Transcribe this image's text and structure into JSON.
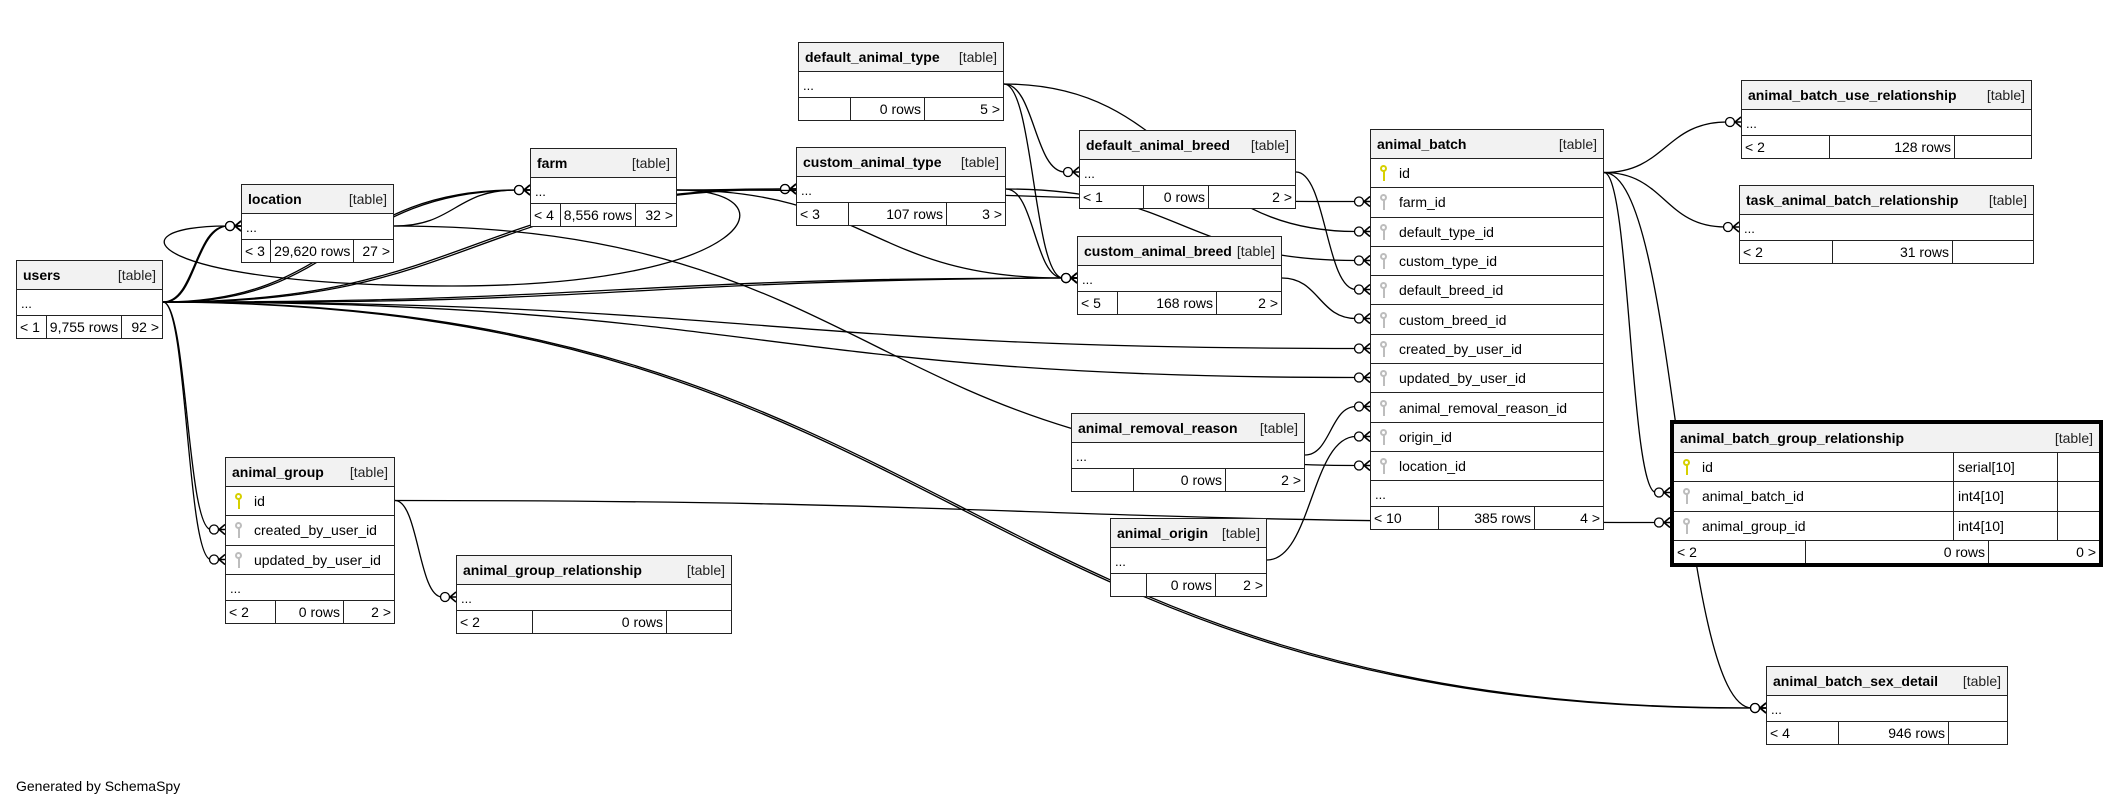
{
  "diagram": {
    "footer": "Generated by SchemaSpy",
    "colors": {
      "header_bg": "#f2f2f2",
      "primary_key": "#d6d000",
      "foreign_key": "#bdbdbd",
      "line": "#000000"
    },
    "tables": [
      {
        "id": "users",
        "name": "users",
        "type": "[table]",
        "columns": [],
        "ellipsis": "...",
        "parents": "< 1",
        "rows": "9,755 rows",
        "children": "92 >"
      },
      {
        "id": "location",
        "name": "location",
        "type": "[table]",
        "columns": [],
        "ellipsis": "...",
        "parents": "< 3",
        "rows": "29,620 rows",
        "children": "27 >"
      },
      {
        "id": "farm",
        "name": "farm",
        "type": "[table]",
        "columns": [],
        "ellipsis": "...",
        "parents": "< 4",
        "rows": "8,556 rows",
        "children": "32 >"
      },
      {
        "id": "default_animal_type",
        "name": "default_animal_type",
        "type": "[table]",
        "columns": [],
        "ellipsis": "...",
        "parents": "",
        "rows": "0 rows",
        "children": "5 >"
      },
      {
        "id": "custom_animal_type",
        "name": "custom_animal_type",
        "type": "[table]",
        "columns": [],
        "ellipsis": "...",
        "parents": "< 3",
        "rows": "107 rows",
        "children": "3 >"
      },
      {
        "id": "default_animal_breed",
        "name": "default_animal_breed",
        "type": "[table]",
        "columns": [],
        "ellipsis": "...",
        "parents": "< 1",
        "rows": "0 rows",
        "children": "2 >"
      },
      {
        "id": "custom_animal_breed",
        "name": "custom_animal_breed",
        "type": "[table]",
        "columns": [],
        "ellipsis": "...",
        "parents": "< 5",
        "rows": "168 rows",
        "children": "2 >"
      },
      {
        "id": "animal_batch",
        "name": "animal_batch",
        "type": "[table]",
        "columns": [
          {
            "name": "id",
            "key": "pk"
          },
          {
            "name": "farm_id",
            "key": "fk"
          },
          {
            "name": "default_type_id",
            "key": "fk"
          },
          {
            "name": "custom_type_id",
            "key": "fk"
          },
          {
            "name": "default_breed_id",
            "key": "fk"
          },
          {
            "name": "custom_breed_id",
            "key": "fk"
          },
          {
            "name": "created_by_user_id",
            "key": "fk"
          },
          {
            "name": "updated_by_user_id",
            "key": "fk"
          },
          {
            "name": "animal_removal_reason_id",
            "key": "fk"
          },
          {
            "name": "origin_id",
            "key": "fk"
          },
          {
            "name": "location_id",
            "key": "fk"
          }
        ],
        "ellipsis": "...",
        "parents": "< 10",
        "rows": "385 rows",
        "children": "4 >"
      },
      {
        "id": "animal_batch_use_relationship",
        "name": "animal_batch_use_relationship",
        "type": "[table]",
        "columns": [],
        "ellipsis": "...",
        "parents": "< 2",
        "rows": "128 rows",
        "children": ""
      },
      {
        "id": "task_animal_batch_relationship",
        "name": "task_animal_batch_relationship",
        "type": "[table]",
        "columns": [],
        "ellipsis": "...",
        "parents": "< 2",
        "rows": "31 rows",
        "children": ""
      },
      {
        "id": "animal_removal_reason",
        "name": "animal_removal_reason",
        "type": "[table]",
        "columns": [],
        "ellipsis": "...",
        "parents": "",
        "rows": "0 rows",
        "children": "2 >"
      },
      {
        "id": "animal_origin",
        "name": "animal_origin",
        "type": "[table]",
        "columns": [],
        "ellipsis": "...",
        "parents": "",
        "rows": "0 rows",
        "children": "2 >"
      },
      {
        "id": "animal_group",
        "name": "animal_group",
        "type": "[table]",
        "columns": [
          {
            "name": "id",
            "key": "pk"
          },
          {
            "name": "created_by_user_id",
            "key": "fk"
          },
          {
            "name": "updated_by_user_id",
            "key": "fk"
          }
        ],
        "ellipsis": "...",
        "parents": "< 2",
        "rows": "0 rows",
        "children": "2 >"
      },
      {
        "id": "animal_group_relationship",
        "name": "animal_group_relationship",
        "type": "[table]",
        "columns": [],
        "ellipsis": "...",
        "parents": "< 2",
        "rows": "0 rows",
        "children": ""
      },
      {
        "id": "animal_batch_group_relationship",
        "name": "animal_batch_group_relationship",
        "type": "[table]",
        "focus": true,
        "columns": [
          {
            "name": "id",
            "key": "pk",
            "datatype": "serial[10]"
          },
          {
            "name": "animal_batch_id",
            "key": "fk",
            "datatype": "int4[10]"
          },
          {
            "name": "animal_group_id",
            "key": "fk",
            "datatype": "int4[10]"
          }
        ],
        "ellipsis": null,
        "parents": "< 2",
        "rows": "0 rows",
        "children": "0 >"
      },
      {
        "id": "animal_batch_sex_detail",
        "name": "animal_batch_sex_detail",
        "type": "[table]",
        "columns": [],
        "ellipsis": "...",
        "parents": "< 4",
        "rows": "946 rows",
        "children": ""
      }
    ],
    "relationships": [
      {
        "from": "users",
        "to": "location"
      },
      {
        "from": "users",
        "to": "location"
      },
      {
        "from": "users",
        "to": "farm"
      },
      {
        "from": "users",
        "to": "farm"
      },
      {
        "from": "users",
        "to": "custom_animal_type"
      },
      {
        "from": "users",
        "to": "custom_animal_type"
      },
      {
        "from": "users",
        "to": "custom_animal_breed"
      },
      {
        "from": "users",
        "to": "custom_animal_breed"
      },
      {
        "from": "users",
        "to": "animal_batch.created_by_user_id"
      },
      {
        "from": "users",
        "to": "animal_batch.updated_by_user_id"
      },
      {
        "from": "users",
        "to": "animal_group.created_by_user_id"
      },
      {
        "from": "users",
        "to": "animal_group.updated_by_user_id"
      },
      {
        "from": "users",
        "to": "animal_batch_sex_detail"
      },
      {
        "from": "users",
        "to": "animal_batch_sex_detail"
      },
      {
        "from": "location",
        "to": "farm"
      },
      {
        "from": "location",
        "to": "animal_batch.location_id"
      },
      {
        "from": "farm",
        "to": "location"
      },
      {
        "from": "farm",
        "to": "custom_animal_type"
      },
      {
        "from": "farm",
        "to": "custom_animal_breed"
      },
      {
        "from": "farm",
        "to": "animal_batch.farm_id"
      },
      {
        "from": "default_animal_type",
        "to": "default_animal_breed"
      },
      {
        "from": "default_animal_type",
        "to": "custom_animal_breed"
      },
      {
        "from": "default_animal_type",
        "to": "animal_batch.default_type_id"
      },
      {
        "from": "custom_animal_type",
        "to": "custom_animal_breed"
      },
      {
        "from": "custom_animal_type",
        "to": "animal_batch.custom_type_id"
      },
      {
        "from": "default_animal_breed",
        "to": "animal_batch.default_breed_id"
      },
      {
        "from": "custom_animal_breed",
        "to": "animal_batch.custom_breed_id"
      },
      {
        "from": "animal_removal_reason",
        "to": "animal_batch.animal_removal_reason_id"
      },
      {
        "from": "animal_origin",
        "to": "animal_batch.origin_id"
      },
      {
        "from": "animal_batch.id",
        "to": "animal_batch_use_relationship"
      },
      {
        "from": "animal_batch.id",
        "to": "task_animal_batch_relationship"
      },
      {
        "from": "animal_batch.id",
        "to": "animal_batch_group_relationship.animal_batch_id"
      },
      {
        "from": "animal_batch.id",
        "to": "animal_batch_sex_detail"
      },
      {
        "from": "animal_group.id",
        "to": "animal_group_relationship"
      },
      {
        "from": "animal_group.id",
        "to": "animal_batch_group_relationship.animal_group_id"
      }
    ]
  }
}
